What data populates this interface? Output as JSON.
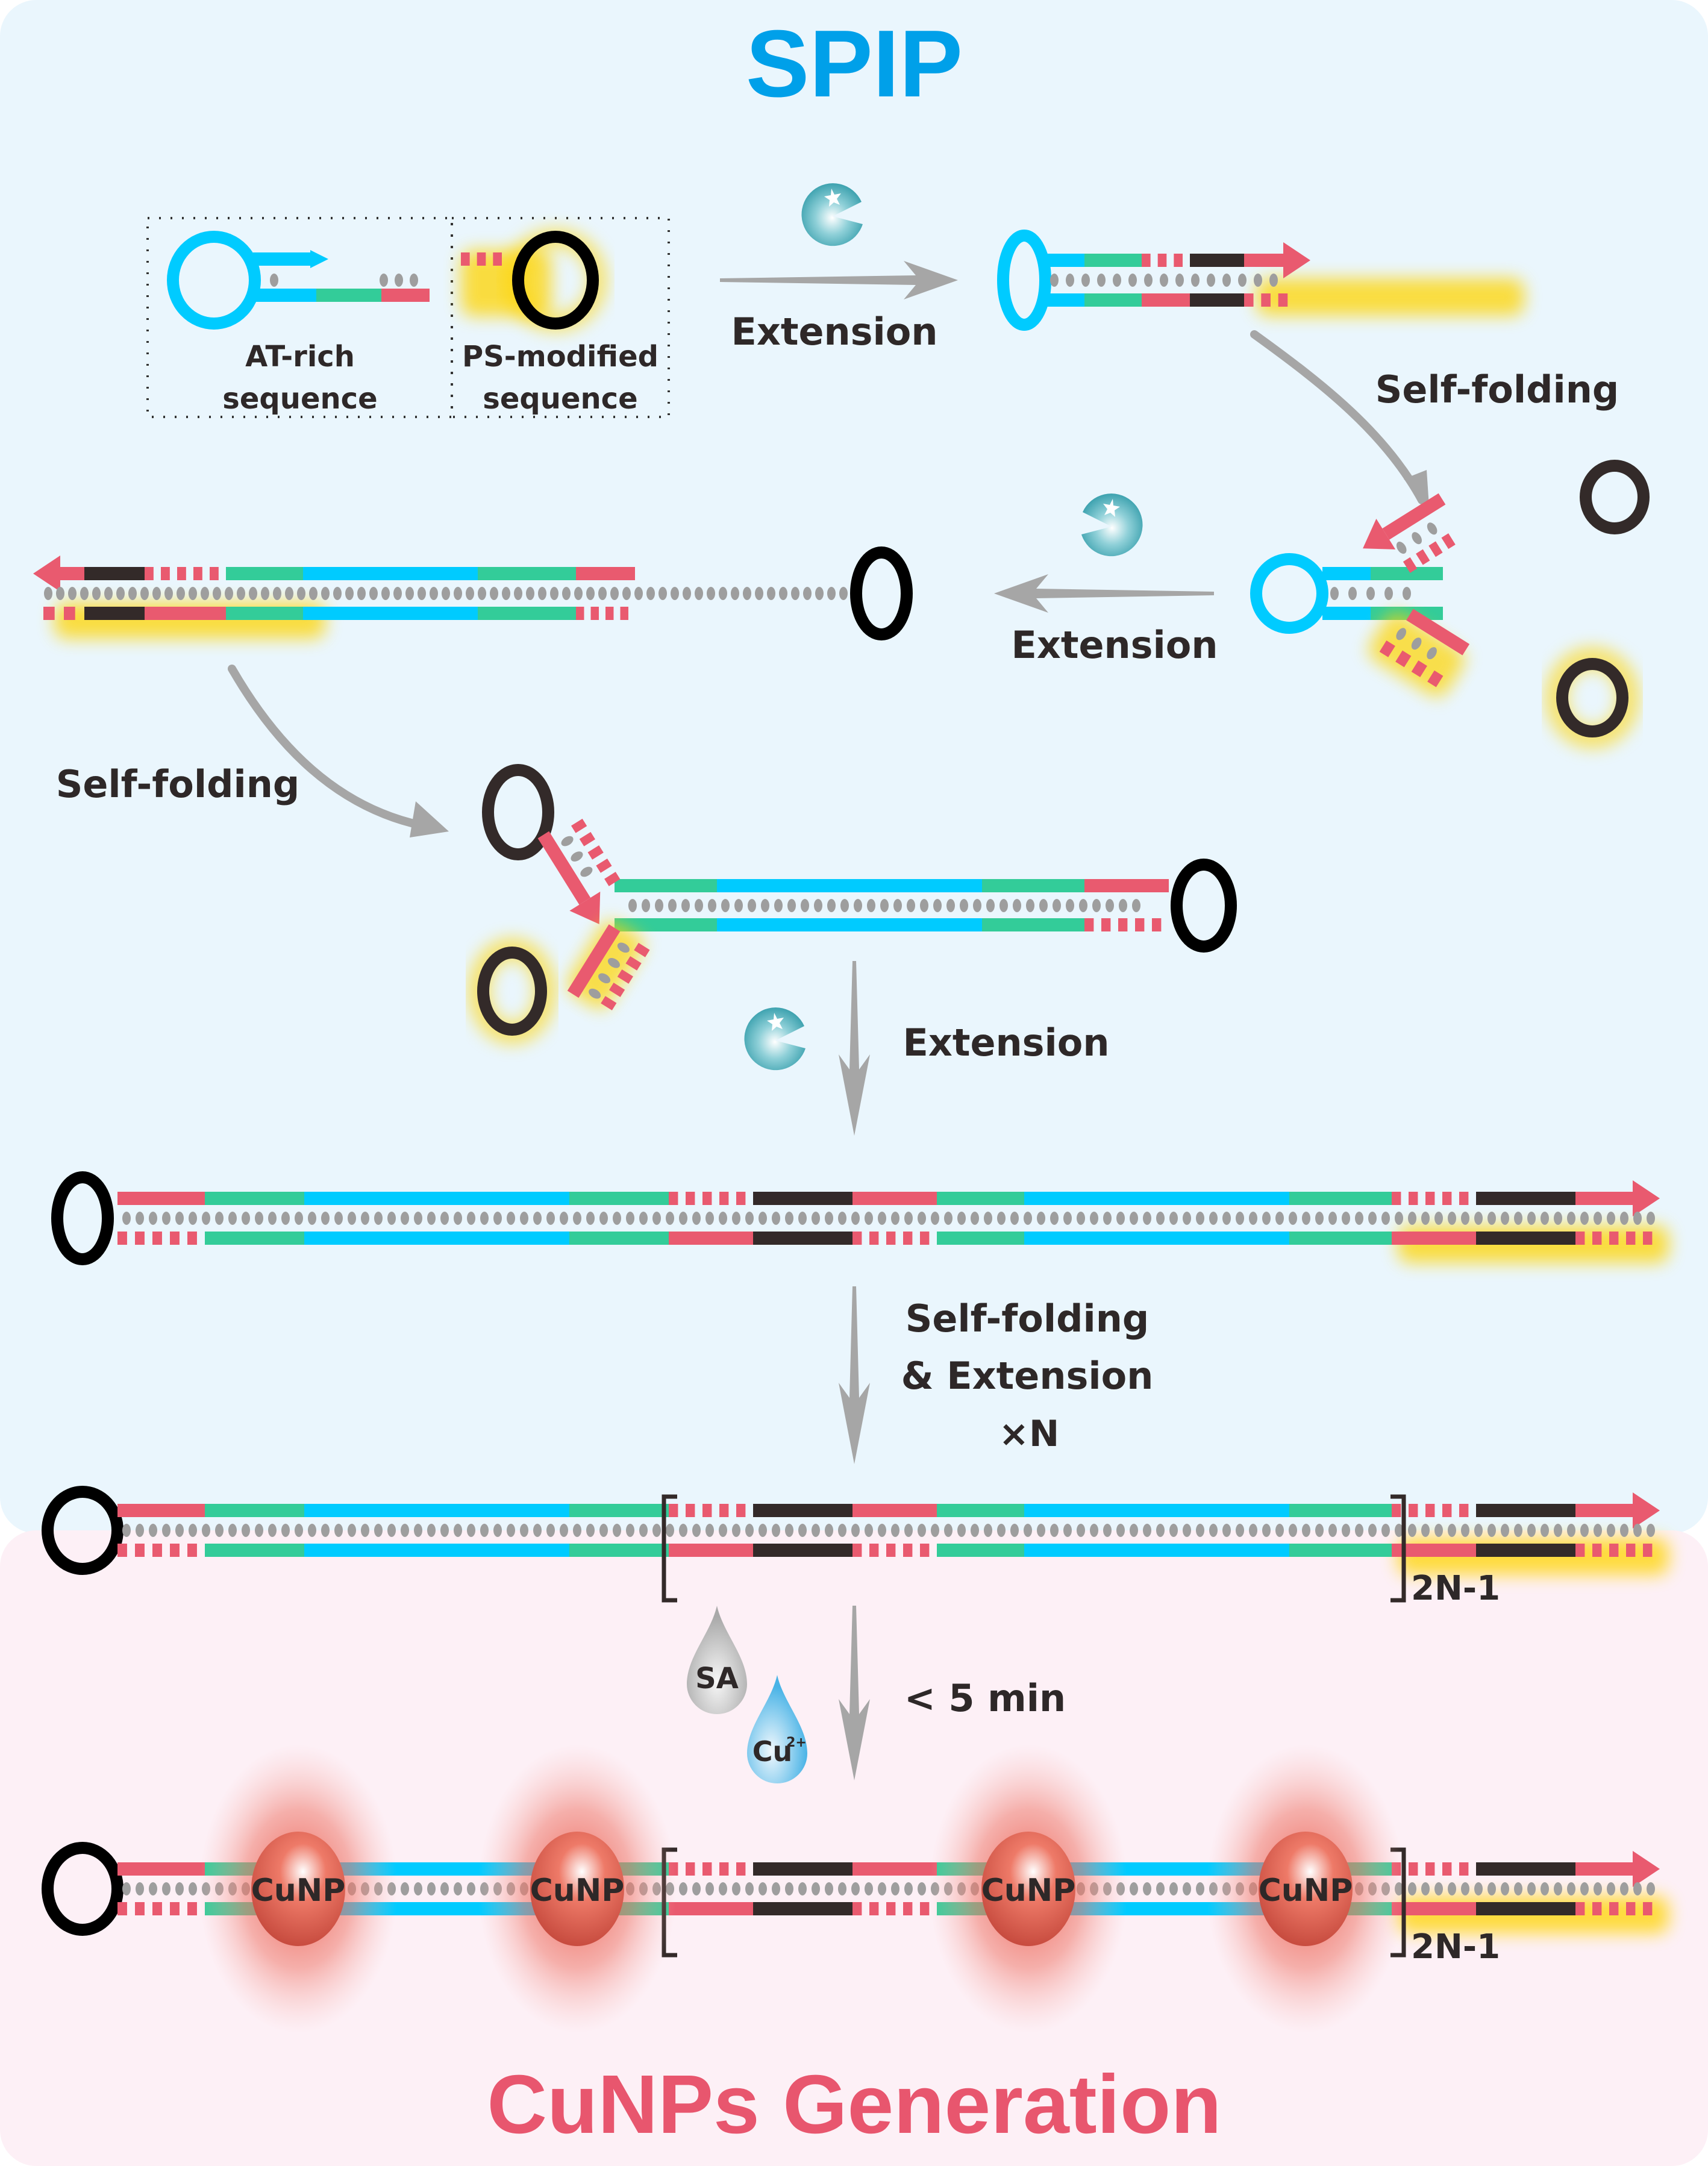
{
  "colors": {
    "panel_top": "#eaf6fd",
    "panel_bottom": "#fdf0f6",
    "title_top": "#00a0e9",
    "title_bottom": "#e8566e",
    "at_rich_blue": "#00cbff",
    "green": "#33cc99",
    "red": "#e95a6f",
    "dark": "#332a29",
    "dots": "#9e9e9e",
    "highlight": "#ffd400",
    "arrow": "#a6a6a6",
    "xN": "#b24a8e",
    "label": "#2e2828"
  },
  "panels": {
    "top_title": "SPIP",
    "bottom_title": "CuNPs Generation"
  },
  "template": {
    "at_rich_label": [
      "AT-rich",
      "sequence"
    ],
    "ps_modified_label": [
      "PS-modified",
      "sequence"
    ]
  },
  "steps": {
    "step1": "Extension",
    "step2": "Self-folding",
    "step3": "Extension",
    "step4": "Self-folding",
    "step5": "Extension",
    "step6_line1": "Self-folding",
    "step6_line2": "& Extension",
    "step6_repeat": "×N",
    "repeat_bracket": "2N-1",
    "step7": "< 5 min"
  },
  "reagents": {
    "sa": "SA",
    "cu_base": "Cu",
    "cu_charge": "2+"
  },
  "nanoparticle_label": "CuNP",
  "icons": {
    "polymerase": "polymerase-pacman-icon",
    "drop_sa": "droplet-icon",
    "drop_cu": "droplet-icon"
  }
}
